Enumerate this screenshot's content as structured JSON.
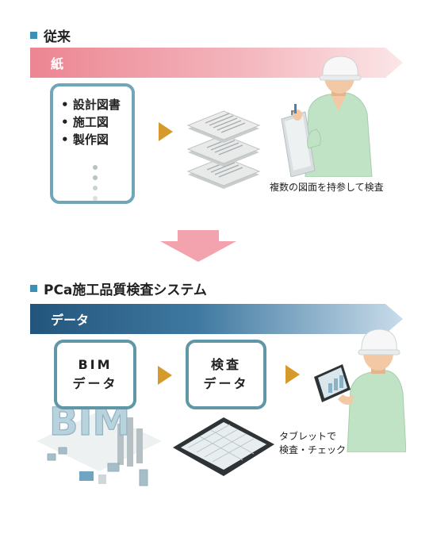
{
  "traditional": {
    "heading": "従来",
    "band_label": "紙",
    "documents": [
      "設計図書",
      "施工図",
      "製作図"
    ],
    "caption": "複数の図面を持参して検査"
  },
  "system": {
    "heading": "PCa施工品質検査システム",
    "band_label": "データ",
    "bim_card": [
      "BIM",
      "データ"
    ],
    "inspection_card": [
      "検査",
      "データ"
    ],
    "model_letters": "BIM",
    "caption_line1": "タブレットで",
    "caption_line2": "検査・チェック"
  },
  "colors": {
    "paper_band": "#ee8f9a",
    "data_band": "#2a5f86",
    "arrow": "#d69a2c",
    "transition_arrow": "#f3a3ad",
    "card_border": "#5f97a6",
    "worker_shirt": "#bfe3c4"
  }
}
